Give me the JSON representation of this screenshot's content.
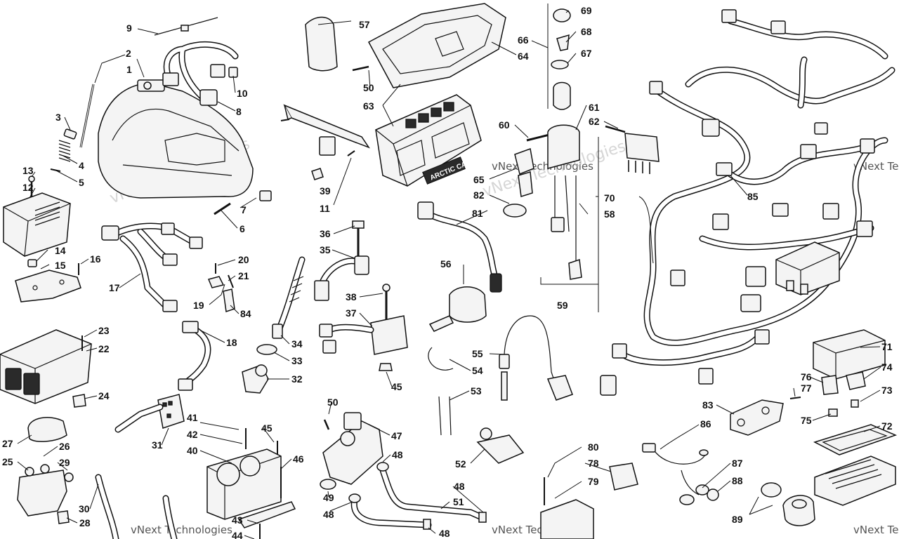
{
  "watermark": {
    "text": "vNext Technologies"
  },
  "callouts": {
    "c1": "1",
    "c2": "2",
    "c3": "3",
    "c4": "4",
    "c5": "5",
    "c6": "6",
    "c7": "7",
    "c8": "8",
    "c9": "9",
    "c10": "10",
    "c11": "11",
    "c12": "12",
    "c13": "13",
    "c14": "14",
    "c15": "15",
    "c16": "16",
    "c17": "17",
    "c18": "18",
    "c19": "19",
    "c20": "20",
    "c21": "21",
    "c22": "22",
    "c23": "23",
    "c24": "24",
    "c25": "25",
    "c26": "26",
    "c27": "27",
    "c28": "28",
    "c29": "29",
    "c30": "30",
    "c31": "31",
    "c32": "32",
    "c33": "33",
    "c34": "34",
    "c35": "35",
    "c36": "36",
    "c37": "37",
    "c38": "38",
    "c39": "39",
    "c40": "40",
    "c41": "41",
    "c42": "42",
    "c43": "43",
    "c44": "44",
    "c45a": "45",
    "c45b": "45",
    "c46": "46",
    "c47": "47",
    "c48a": "48",
    "c48b": "48",
    "c48c": "48",
    "c48d": "48",
    "c49": "49",
    "c50a": "50",
    "c50b": "50",
    "c51": "51",
    "c52": "52",
    "c53": "53",
    "c54": "54",
    "c55": "55",
    "c56": "56",
    "c57": "57",
    "c58": "58",
    "c59": "59",
    "c60": "60",
    "c61": "61",
    "c62": "62",
    "c63": "63",
    "c64": "64",
    "c65": "65",
    "c66": "66",
    "c67": "67",
    "c68": "68",
    "c69": "69",
    "c70": "70",
    "c71": "71",
    "c72": "72",
    "c73": "73",
    "c74": "74",
    "c75": "75",
    "c76": "76",
    "c77": "77",
    "c78": "78",
    "c79": "79",
    "c80": "80",
    "c81": "81",
    "c82": "82",
    "c83": "83",
    "c84": "84",
    "c85": "85",
    "c86": "86",
    "c87": "87",
    "c88": "88",
    "c89": "89"
  },
  "gauge_brand": "ARCTIC CAT",
  "colors": {
    "line": "#111111",
    "background": "#ffffff",
    "watermark": "#b5b5b5"
  }
}
